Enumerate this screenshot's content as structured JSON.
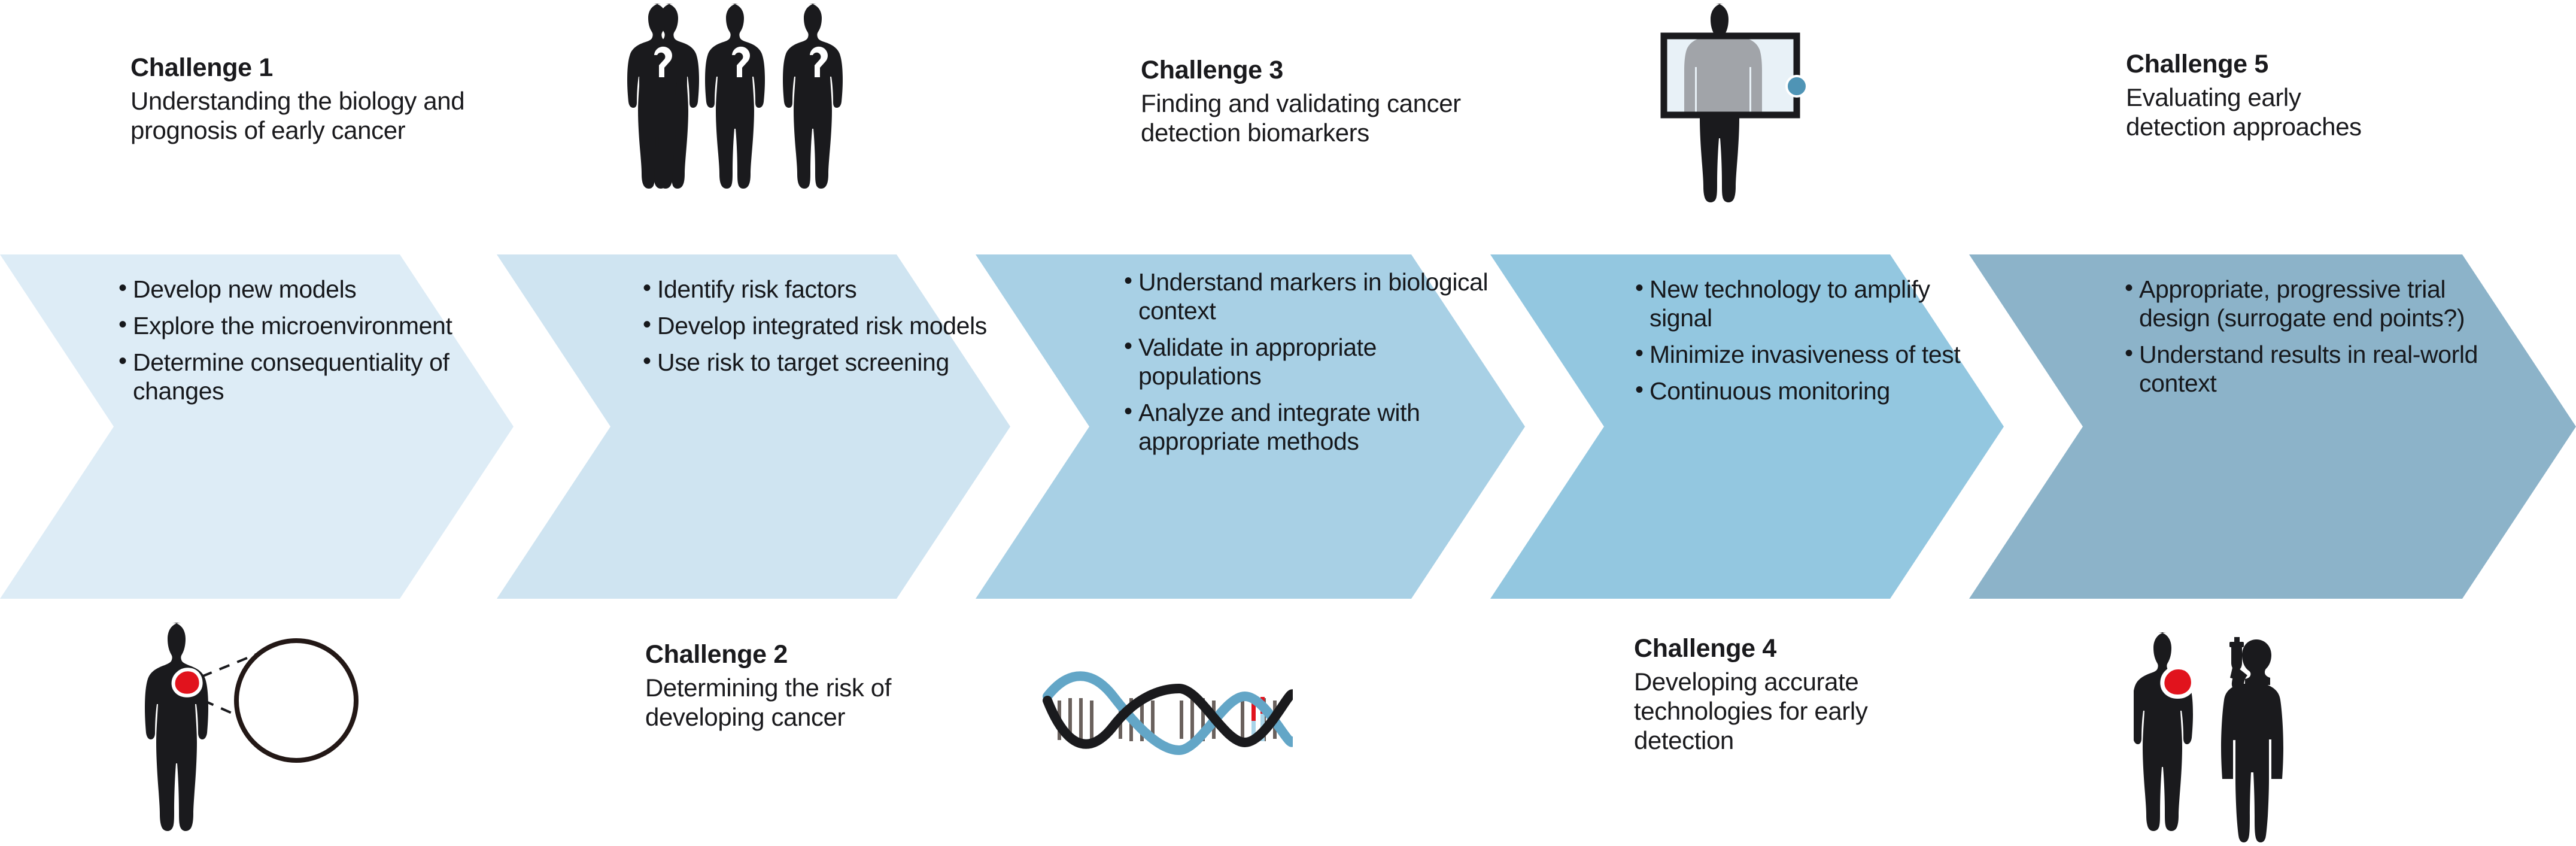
{
  "figure": {
    "type": "process-chevron-diagram",
    "subject": "Challenges in early cancer detection",
    "background_color": "#ffffff",
    "stage_width": 4304,
    "stage_height": 1413
  },
  "chevrons": [
    {
      "index": 1,
      "color": "#ddecf6",
      "bullets": [
        "Develop new models",
        "Explore the microenvironment",
        "Determine consequentiality of changes"
      ]
    },
    {
      "index": 2,
      "color": "#cfe4f1",
      "bullets": [
        "Identify risk factors",
        "Develop integrated risk models",
        "Use risk to target screening"
      ]
    },
    {
      "index": 3,
      "color": "#a8d0e5",
      "bullets": [
        "Understand markers in biological context",
        "Validate in appropriate populations",
        "Analyze and integrate with appropriate methods"
      ]
    },
    {
      "index": 4,
      "color": "#93c7e0",
      "bullets": [
        "New technology to amplify signal",
        "Minimize invasiveness of test",
        "Continuous monitoring"
      ]
    },
    {
      "index": 5,
      "color": "#8cb3c9",
      "bullets": [
        "Appropriate, progressive trial design (surrogate end points?)",
        "Understand results in real-world context"
      ]
    }
  ],
  "challenges": [
    {
      "id": 1,
      "title": "Challenge 1",
      "description": "Understanding the biology and prognosis of early cancer",
      "position": "above"
    },
    {
      "id": 2,
      "title": "Challenge 2",
      "description": "Determining the risk of developing cancer",
      "position": "below"
    },
    {
      "id": 3,
      "title": "Challenge 3",
      "description": "Finding and validating cancer detection biomarkers",
      "position": "above"
    },
    {
      "id": 4,
      "title": "Challenge 4",
      "description": "Developing accurate technologies for early detection",
      "position": "below"
    },
    {
      "id": 5,
      "title": "Challenge 5",
      "description": "Evaluating early detection approaches",
      "position": "above"
    }
  ],
  "icons": [
    {
      "name": "three-people-question-marks-icon",
      "description": "Three human silhouettes each with a white question mark on the torso",
      "position": "above",
      "colors": {
        "silhouette": "#1a1a1d",
        "mark": "#ffffff"
      }
    },
    {
      "name": "body-scanner-icon",
      "description": "Human silhouette standing inside a rectangular scanner frame with a blue indicator dot",
      "position": "above",
      "colors": {
        "silhouette": "#1a1a1d",
        "screen": "#e8f1f7",
        "body_in_screen": "#9a9da2",
        "dot": "#4f94b5",
        "frame": "#1a1a1d"
      }
    },
    {
      "name": "tumor-microenvironment-icon",
      "description": "Human silhouette with a red tumor, magnified circle showing tumor cells and immune cells",
      "position": "below",
      "colors": {
        "silhouette": "#1a1a1d",
        "tumor": "#e1131d",
        "circle_outline": "#231816",
        "cells_red": "#d94a33",
        "cells_gray": "#6d6461",
        "cells_white": "#d9dadb"
      }
    },
    {
      "name": "dna-helix-icon",
      "description": "DNA double helix with black and blue backbones, gray base-pair rungs and a red mutation marker",
      "position": "below",
      "colors": {
        "strand_dark": "#1a1a1d",
        "strand_blue": "#63a6c7",
        "rungs": "#6a615d",
        "mutation_red": "#e1131d",
        "mutation_blue": "#a9d4e8"
      }
    },
    {
      "name": "doctor-patient-vial-icon",
      "description": "Patient silhouette with red tumor beside a doctor silhouette holding up a sample vial",
      "position": "below",
      "colors": {
        "silhouette": "#1a1a1d",
        "tumor": "#e1131d"
      }
    }
  ]
}
